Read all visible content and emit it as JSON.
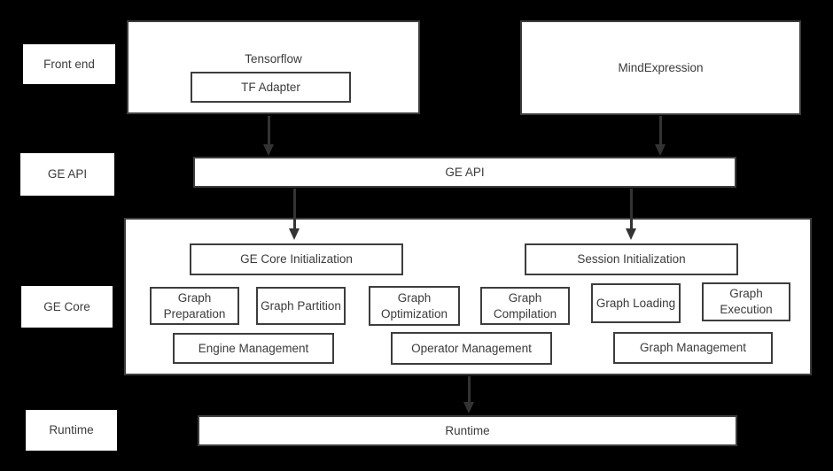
{
  "diagram": {
    "colors": {
      "background": "#000000",
      "box_fill": "#ffffff",
      "box_border": "#3d3d3d",
      "text": "#3b3b3b",
      "arrow": "#333333"
    },
    "layers": {
      "front_end": "Front end",
      "ge_api": "GE API",
      "ge_core": "GE Core",
      "runtime": "Runtime"
    },
    "nodes": {
      "tensorflow": "Tensorflow",
      "tf_adapter": "TF Adapter",
      "mindexpression": "MindExpression",
      "ge_api_bar": "GE API",
      "ge_core_initialization": "GE Core Initialization",
      "session_initialization": "Session Initialization",
      "graph_preparation": "Graph Preparation",
      "graph_partition": "Graph Partition",
      "graph_optimization": "Graph Optimization",
      "graph_compilation": "Graph Compilation",
      "graph_loading": "Graph Loading",
      "graph_execution": "Graph Execution",
      "engine_management": "Engine Management",
      "operator_management": "Operator Management",
      "graph_management": "Graph Management",
      "runtime_bar": "Runtime"
    },
    "edges": [
      {
        "from": "TF Adapter",
        "to": "GE API"
      },
      {
        "from": "MindExpression",
        "to": "GE API"
      },
      {
        "from": "GE API",
        "to": "GE Core Initialization"
      },
      {
        "from": "GE API",
        "to": "Session Initialization"
      },
      {
        "from": "GE Core",
        "to": "Runtime"
      }
    ]
  }
}
